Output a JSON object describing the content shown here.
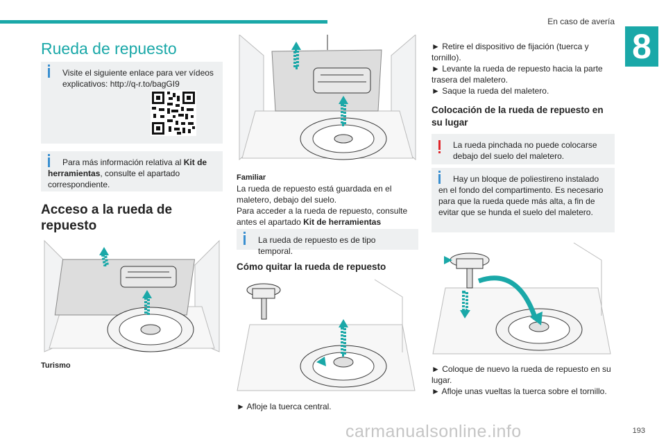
{
  "header": {
    "section_title": "En caso de avería",
    "chapter_number": "8"
  },
  "page_number": "193",
  "watermark": "carmanualsonline.info",
  "col1": {
    "title": "Rueda de repuesto",
    "note_video": "Visite el siguiente enlace para ver vídeos explicativos: http://q-r.to/bagGI9",
    "note_kit_pre": "Para más información relativa al ",
    "note_kit_bold": "Kit de herramientas",
    "note_kit_post": ", consulte el apartado correspondiente.",
    "section_title": "Acceso a la rueda de repuesto",
    "caption_turismo": "Turismo"
  },
  "col2": {
    "caption_familiar": "Familiar",
    "familiar_text": "La rueda de repuesto está guardada en el maletero, debajo del suelo.",
    "access_pre": "Para acceder a la rueda de repuesto, consulte antes el apartado ",
    "access_bold": "Kit de herramientas",
    "note_temporal": "La rueda de repuesto es de tipo temporal.",
    "section_remove": "Cómo quitar la rueda de repuesto",
    "step_afloje": "► Afloje la tuerca central."
  },
  "col3": {
    "step1": "► Retire el dispositivo de fijación (tuerca y tornillo).",
    "step2": "► Levante la rueda de repuesto hacia la parte trasera del maletero.",
    "step3": "► Saque la rueda del maletero.",
    "section_place": "Colocación de la rueda de repuesto en su lugar",
    "warn_text": "La rueda pinchada no puede colocarse debajo del suelo del maletero.",
    "note_block": "Hay un bloque de poliestireno instalado en el fondo del compartimento. Es necesario para que la rueda quede más alta, a fin de evitar que se hunda el suelo del maletero.",
    "step4": "► Coloque de nuevo la rueda de repuesto en su lugar.",
    "step5": "► Afloje unas vueltas la tuerca sobre el tornillo."
  },
  "colors": {
    "accent": "#1aa8a8",
    "info": "#3a8fd0",
    "warning": "#e0262b",
    "note_bg": "#eef0f1"
  }
}
